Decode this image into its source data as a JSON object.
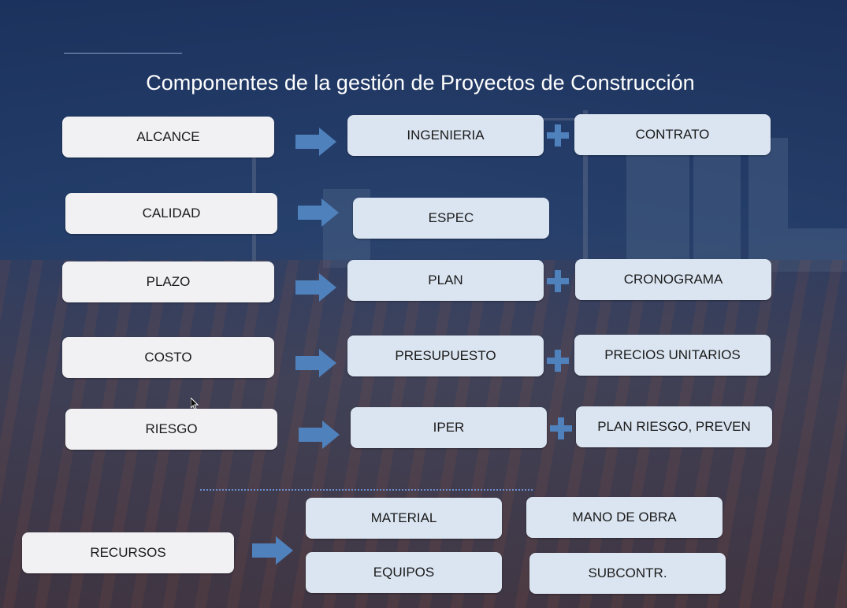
{
  "title": "Componentes de la gestión de Proyectos de Construcción",
  "rows": [
    {
      "component": "ALCANCE",
      "result": "INGENIERIA",
      "plus": "CONTRATO"
    },
    {
      "component": "CALIDAD",
      "result": "ESPEC"
    },
    {
      "component": "PLAZO",
      "result": "PLAN",
      "plus": "CRONOGRAMA"
    },
    {
      "component": "COSTO",
      "result": "PRESUPUESTO",
      "plus": "PRECIOS UNITARIOS"
    },
    {
      "component": "RIESGO",
      "result": "IPER",
      "plus": "PLAN RIESGO, PREVEN"
    }
  ],
  "recursos": {
    "label": "RECURSOS",
    "items": [
      "MATERIAL",
      "MANO DE OBRA",
      "EQUIPOS",
      "SUBCONTR."
    ]
  },
  "colors": {
    "arrow": "#4f81bd",
    "left_box": "#f1f1f3",
    "right_box": "#dbe5f1",
    "title": "#ffffff"
  }
}
